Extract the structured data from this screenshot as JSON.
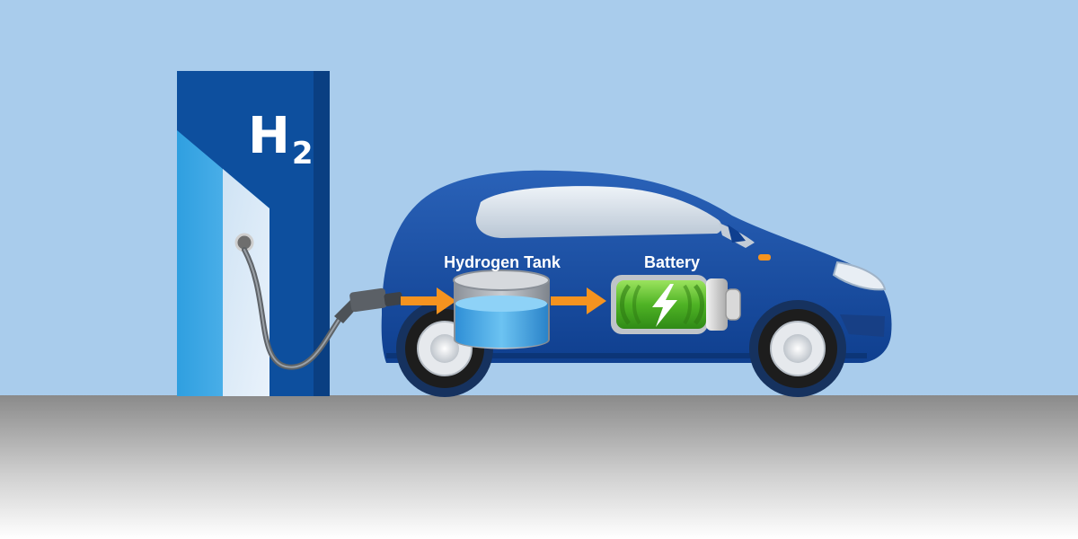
{
  "station": {
    "symbol": "H",
    "subscript": "2"
  },
  "labels": {
    "tank": "Hydrogen Tank",
    "battery": "Battery"
  },
  "colors": {
    "sky": "#a9ccec",
    "ground_top": "#8c8c8c",
    "ground_bottom": "#ffffff",
    "station_blue": "#0d4f9e",
    "car_blue": "#1a4fa0",
    "arrow": "#f5931f",
    "battery_green": "#5fbf2a",
    "tank_water": "#4aa9e8"
  },
  "icons": [
    "hydrogen-station-icon",
    "fuel-nozzle-icon",
    "lightning-bolt-icon",
    "flow-arrow-icon"
  ]
}
